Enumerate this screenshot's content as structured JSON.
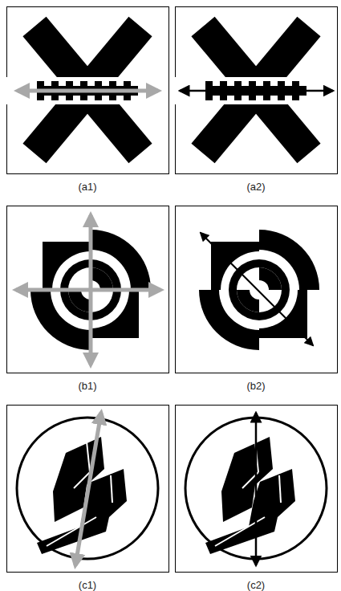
{
  "diagram": {
    "labels": [
      "(a1)",
      "(a2)",
      "(b1)",
      "(b2)",
      "(c1)",
      "(c2)"
    ]
  }
}
